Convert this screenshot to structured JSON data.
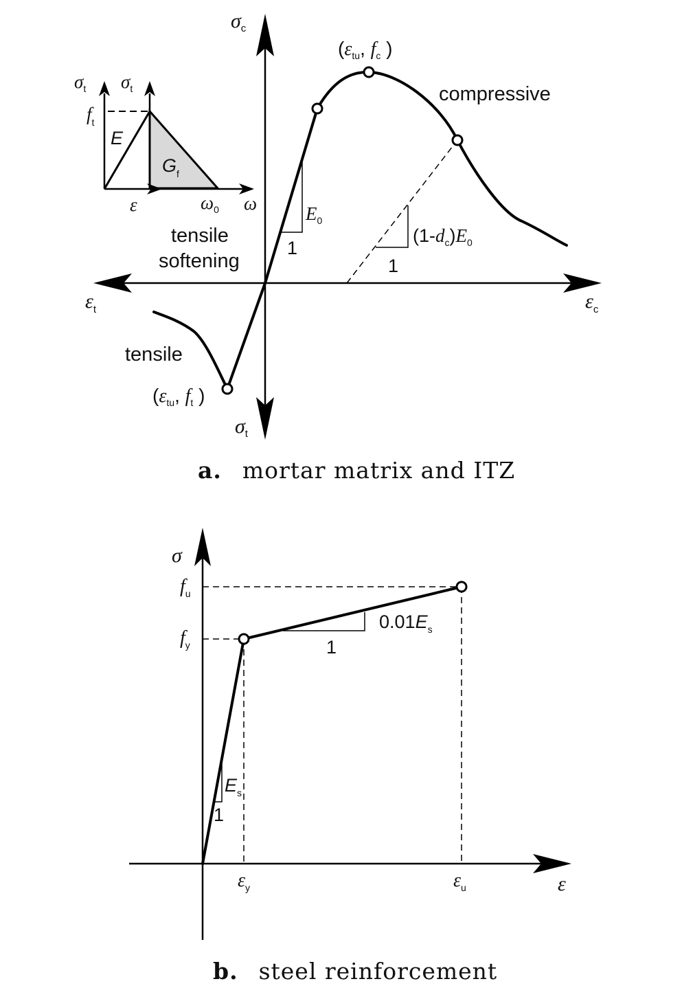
{
  "figure_a": {
    "axis_sigma_c": "σ",
    "axis_sigma_c_sub": "c",
    "axis_eps_c": "ε",
    "axis_eps_c_sub": "c",
    "axis_eps_t": "ε",
    "axis_eps_t_sub": "t",
    "axis_sigma_t": "σ",
    "axis_sigma_t_sub": "t",
    "peak_label": {
      "open": "(",
      "eps": "ε",
      "eps_sub": "tu",
      "comma": ", ",
      "f": "f",
      "f_sub": "c",
      "close": " )"
    },
    "tensile_peak_label": {
      "open": "(",
      "eps": "ε",
      "eps_sub": "tu",
      "comma": ", ",
      "f": "f",
      "f_sub": "t",
      "close": " )"
    },
    "compressive_label": "compressive",
    "tensile_label": "tensile",
    "tensile_softening_line1": "tensile",
    "tensile_softening_line2": "softening",
    "slope_E0": "E",
    "slope_E0_sub": "0",
    "slope_one_a": "1",
    "unload_slope": {
      "prefix": "(1-",
      "d": "d",
      "d_sub": "c",
      "mid": ")",
      "E": "E",
      "E_sub": "0"
    },
    "unload_one": "1",
    "inset": {
      "sigma_t_left": "σ",
      "sigma_t_left_sub": "t",
      "sigma_t_right": "σ",
      "sigma_t_right_sub": "t",
      "ft": "f",
      "ft_sub": "t",
      "E": "E",
      "Gf": "G",
      "Gf_sub": "f",
      "eps": "ε",
      "omega0": "ω",
      "omega0_sub": "0",
      "omega": "ω"
    },
    "caption_letter": "a.",
    "caption_text": "mortar matrix and ITZ"
  },
  "figure_b": {
    "axis_sigma": "σ",
    "axis_eps": "ε",
    "fu": "f",
    "fu_sub": "u",
    "fy": "f",
    "fy_sub": "y",
    "eps_y": "ε",
    "eps_y_sub": "y",
    "eps_u": "ε",
    "eps_u_sub": "u",
    "hard_slope_prefix": "0.01",
    "hard_slope_E": "E",
    "hard_slope_E_sub": "s",
    "hard_one": "1",
    "Es": "E",
    "Es_sub": "s",
    "es_one": "1",
    "caption_letter": "b.",
    "caption_text": "steel reinforcement"
  }
}
